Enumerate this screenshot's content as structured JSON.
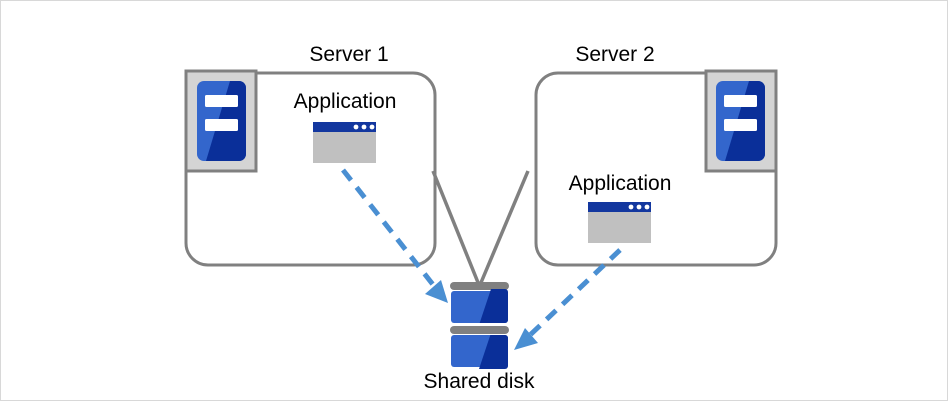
{
  "diagram": {
    "title_omitted": true,
    "colors": {
      "background": "#ffffff",
      "outer_border": "#d8d8d8",
      "box_border": "#808080",
      "connector_line": "#808080",
      "arrow": "#4a8fd2",
      "server_icon_frame_fill": "#d4d4d4",
      "server_icon_frame_border": "#808080",
      "server_icon_blue_light": "#3366cc",
      "server_icon_blue_dark": "#0a2f99",
      "server_icon_bar": "#ffffff",
      "app_window_titlebar": "#13379f",
      "app_window_body": "#c0c0c0",
      "app_window_dot": "#ffffff",
      "disk_block_blue_light": "#3366cc",
      "disk_block_blue_dark": "#0a2f99",
      "disk_separator": "#808080",
      "text": "#000000"
    },
    "nodes": [
      {
        "id": "server-1",
        "label": "Server 1",
        "icon": "server-icon",
        "app_label": "Application",
        "app_icon": "application-window-icon"
      },
      {
        "id": "server-2",
        "label": "Server 2",
        "icon": "server-icon",
        "app_label": "Application",
        "app_icon": "application-window-icon"
      }
    ],
    "storage": {
      "id": "shared-disk",
      "label": "Shared disk",
      "icon": "disk-stack-icon",
      "block_count": 2
    },
    "connections": [
      {
        "from": "server-1",
        "to": "shared-disk",
        "style": "solid",
        "color": "#808080"
      },
      {
        "from": "server-2",
        "to": "shared-disk",
        "style": "solid",
        "color": "#808080"
      },
      {
        "from": "server-1-application",
        "to": "shared-disk",
        "style": "dashed",
        "color": "#4a8fd2",
        "arrow": true
      },
      {
        "from": "server-2-application",
        "to": "shared-disk",
        "style": "dashed",
        "color": "#4a8fd2",
        "arrow": true
      }
    ]
  }
}
